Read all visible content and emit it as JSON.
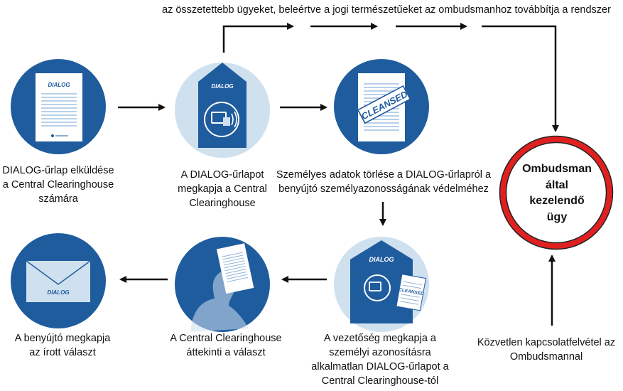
{
  "top_flow_label": "az összetettebb ügyeket, beleértve a jogi természetűeket az ombudsmanhoz továbbítja a rendszer",
  "doc_word": "DIALOG",
  "cleansed_word": "CLEANSED",
  "steps": [
    {
      "label_lines": [
        "DIALOG-űrlap elküldése",
        "a Central Clearinghouse",
        "számára"
      ]
    },
    {
      "label_lines": [
        "A DIALOG-űrlapot",
        "megkapja a Central",
        "Clearinghouse"
      ]
    },
    {
      "label_lines": [
        "Személyes adatok törlése a DIALOG-űrlapról a",
        "benyújtó személyazonosságának védelméhez"
      ]
    },
    {
      "label_lines": [
        "A vezetőség megkapja a",
        "személyi azonosításra",
        "alkalmatlan DIALOG-űrlapot a",
        "Central Clearinghouse-tól"
      ]
    },
    {
      "label_lines": [
        "A Central Clearinghouse",
        "áttekinti a választ"
      ]
    },
    {
      "label_lines": [
        "A benyújtó megkapja",
        "az írott választ"
      ]
    }
  ],
  "ombudsman": {
    "lines": [
      "Ombudsman",
      "által",
      "kezelendő",
      "ügy"
    ]
  },
  "direct_contact": {
    "label_lines": [
      "Közvetlen kapcsolatfelvétel az",
      "Ombudsmannal"
    ]
  },
  "colors": {
    "dark_blue": "#1f5c9e",
    "light_blue": "#cfe0ef",
    "ombudsman_ring": "#e02020",
    "arrow": "#111111"
  }
}
